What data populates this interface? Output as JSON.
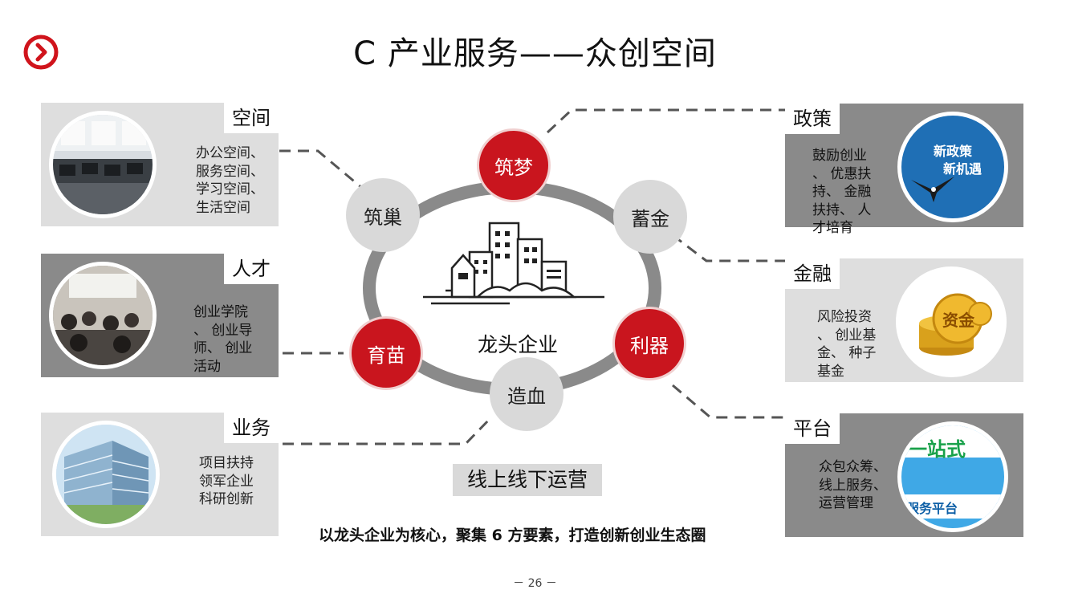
{
  "title": "C  产业服务——众创空间",
  "left_cards": [
    {
      "tag": "空间",
      "lines": [
        "办公空间、",
        "服务空间、",
        "学习空间、",
        "生活空间"
      ],
      "photo": "office-photo"
    },
    {
      "tag": "人才",
      "lines": [
        "创业学院",
        "、  创业导",
        "师、  创业",
        "活动"
      ],
      "photo": "classroom-photo"
    },
    {
      "tag": "业务",
      "lines": [
        "项目扶持",
        "领军企业",
        "科研创新"
      ],
      "photo": "building-photo"
    }
  ],
  "right_cards": [
    {
      "tag": "政策",
      "lines": [
        "鼓励创业",
        "、  优惠扶",
        "持、  金融",
        "扶持、  人",
        "才培育"
      ],
      "photo_text": [
        "新政策",
        "新机遇"
      ]
    },
    {
      "tag": "金融",
      "lines": [
        "风险投资",
        "、  创业基",
        "金、  种子",
        "基金"
      ],
      "photo_text": [
        "资金"
      ]
    },
    {
      "tag": "平台",
      "lines": [
        "众包众筹、",
        "线上服务、",
        "运营管理"
      ],
      "photo_text": [
        "一站式",
        "服务平台"
      ]
    }
  ],
  "nodes": {
    "dream": "筑梦",
    "nest": "筑巢",
    "gold": "蓄金",
    "seedling": "育苗",
    "tool": "利器",
    "blood": "造血"
  },
  "center_label": "龙头企业",
  "ops_label": "线上线下运营",
  "summary": "以龙头企业为核心，聚集 6 方要素，打造创新创业生态圈",
  "page_number": "－ 26 －",
  "colors": {
    "red": "#c9151e",
    "gray": "#8a8a8a",
    "light_gray": "#dedede"
  }
}
